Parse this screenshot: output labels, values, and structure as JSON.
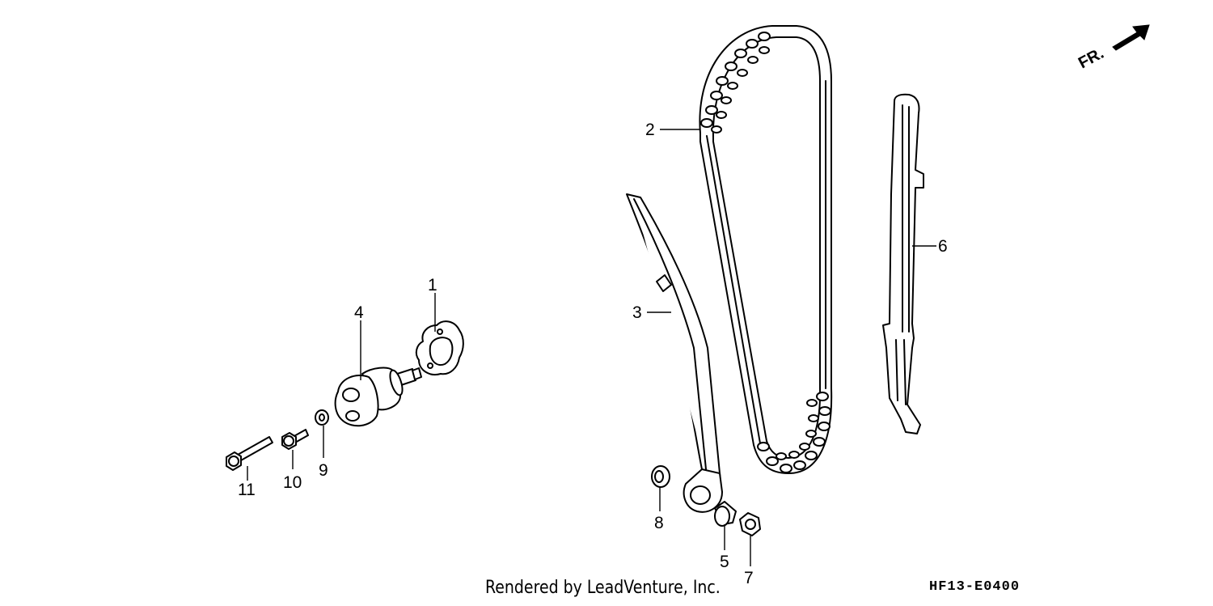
{
  "diagram": {
    "direction_label": "FR.",
    "callouts": [
      "1",
      "2",
      "3",
      "4",
      "5",
      "6",
      "7",
      "8",
      "9",
      "10",
      "11"
    ],
    "credit": "Rendered by LeadVenture, Inc.",
    "code": "HF13-E0400"
  }
}
